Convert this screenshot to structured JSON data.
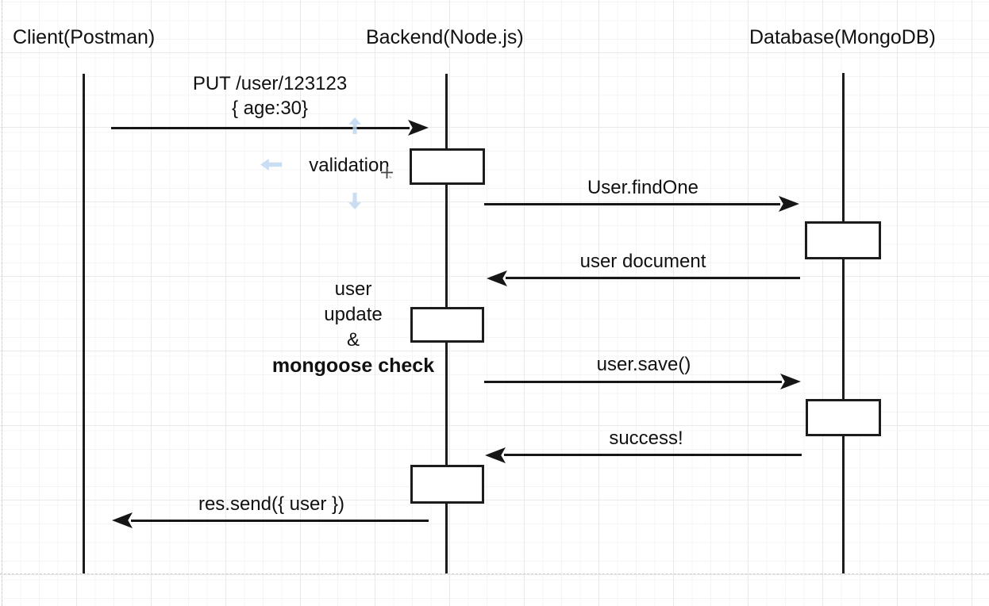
{
  "diagram": {
    "actors": [
      {
        "label": "Client(Postman)"
      },
      {
        "label": "Backend(Node.js)"
      },
      {
        "label": "Database(MongoDB)"
      }
    ],
    "messages": [
      {
        "id": "put-user",
        "line1": "PUT /user/123123",
        "line2": "{ age:30}",
        "from": "Client",
        "to": "Backend",
        "direction": "right"
      },
      {
        "id": "find-one",
        "label": "User.findOne",
        "from": "Backend",
        "to": "Database",
        "direction": "right"
      },
      {
        "id": "user-document",
        "label": "user document",
        "from": "Database",
        "to": "Backend",
        "direction": "left"
      },
      {
        "id": "user-save",
        "label": "user.save()",
        "from": "Backend",
        "to": "Database",
        "direction": "right"
      },
      {
        "id": "success",
        "label": "success!",
        "from": "Database",
        "to": "Backend",
        "direction": "left"
      },
      {
        "id": "res-send",
        "label": "res.send({ user })",
        "from": "Backend",
        "to": "Client",
        "direction": "left"
      }
    ],
    "annotations": {
      "validation": "validation",
      "update_note": {
        "line1": "user",
        "line2": "update",
        "line3": "&",
        "line4": "mongoose check"
      }
    },
    "colors": {
      "stroke": "#161616",
      "text": "#111111",
      "hover_arrow": "#bcd6ef",
      "grid_minor": "#f4f4f4",
      "grid_major": "#e9e9e9",
      "page_boundary": "#cfcfcf"
    }
  }
}
